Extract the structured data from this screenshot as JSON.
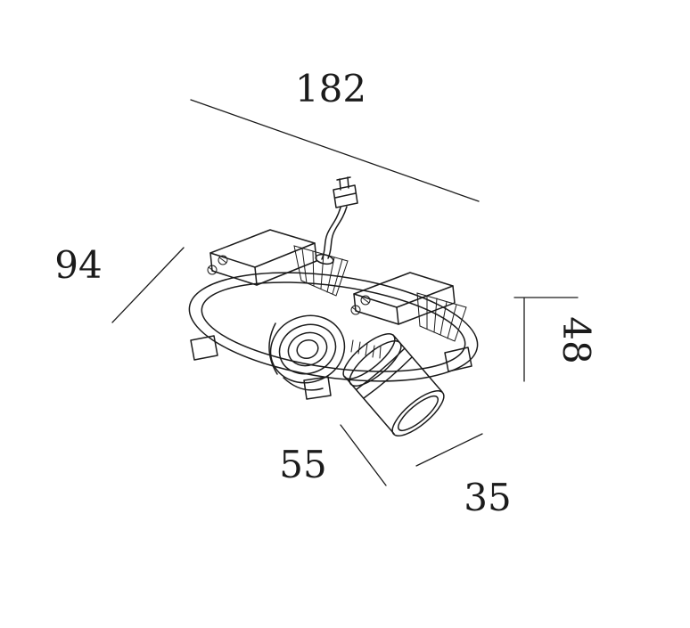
{
  "drawing": {
    "background_color": "#ffffff",
    "line_color": "#1b1b1b",
    "dimensions": {
      "width": "182",
      "depth": "94",
      "height": "48",
      "spot_length": "55",
      "spot_diameter": "35"
    }
  }
}
